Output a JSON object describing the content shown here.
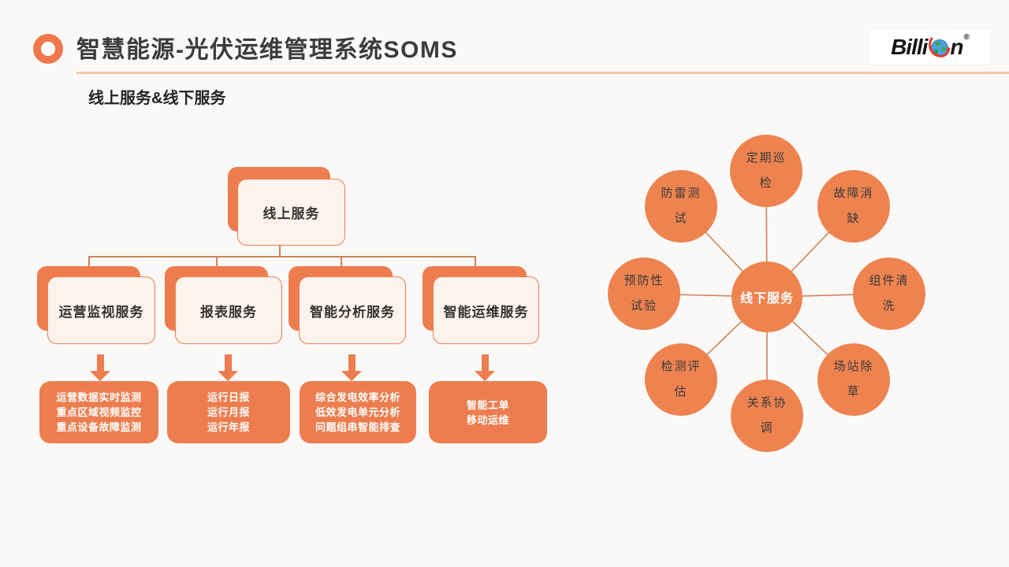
{
  "header": {
    "title": "智慧能源-光伏运维管理系统SOMS",
    "subtitle": "线上服务&线下服务"
  },
  "logo": {
    "text_left": "Billi",
    "text_right": "n",
    "reg_mark": "®"
  },
  "colors": {
    "accent_orange": "#ED7D4E",
    "circle_orange": "#EE8350",
    "card_fill": "#FDF3EC",
    "connector": "#CE8459",
    "title_underline": "#F5C8A3",
    "logo_red": "#E8372C",
    "globe_blue": "#47A3DD",
    "background": "#FAF9F7",
    "text_dark": "#3A3A3A"
  },
  "online_tree": {
    "root": {
      "label": "线上服务"
    },
    "children": [
      {
        "label": "运营监视服务",
        "details": "运营数据实时监测\n重点区域视频监控\n重点设备故障监测"
      },
      {
        "label": "报表服务",
        "details": "运行日报\n运行月报\n运行年报"
      },
      {
        "label": "智能分析服务",
        "details": "综合发电效率分析\n低效发电单元分析\n问题组串智能排查"
      },
      {
        "label": "智能运维服务",
        "details": "智能工单\n移动运维"
      }
    ]
  },
  "offline_radial": {
    "center": {
      "label": "线下服务"
    },
    "satellites": [
      {
        "label": "定期巡\n检"
      },
      {
        "label": "故障消\n缺"
      },
      {
        "label": "组件清\n洗"
      },
      {
        "label": "场站除\n草"
      },
      {
        "label": "关系协\n调"
      },
      {
        "label": "检测评\n估"
      },
      {
        "label": "预防性\n试验"
      },
      {
        "label": "防雷测\n试"
      }
    ]
  }
}
